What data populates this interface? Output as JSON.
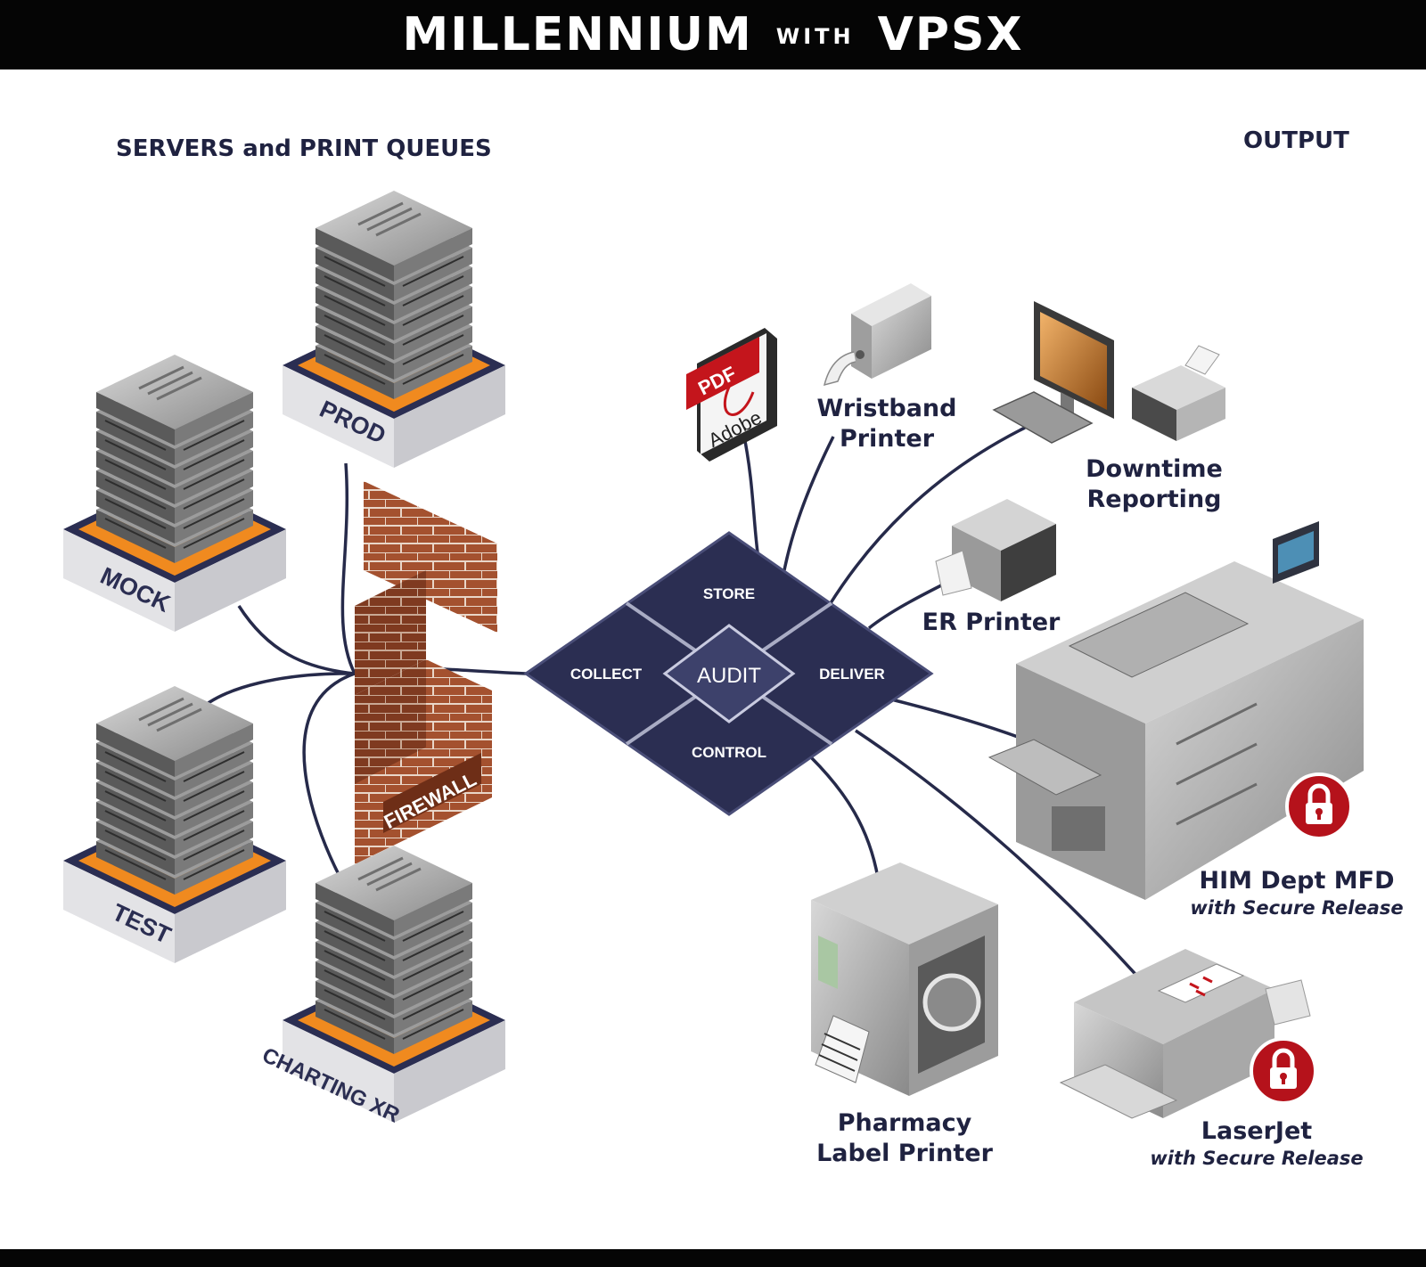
{
  "title": {
    "left": "MILLENNIUM",
    "middle": "WITH",
    "right": "VPSX"
  },
  "sections": {
    "servers": "SERVERS and PRINT QUEUES",
    "output": "OUTPUT"
  },
  "servers": [
    "PROD",
    "MOCK",
    "TEST",
    "CHARTING XR"
  ],
  "firewall": "FIREWALL",
  "hub": {
    "center": "AUDIT",
    "top": "STORE",
    "left": "COLLECT",
    "right": "DELIVER",
    "bottom": "CONTROL"
  },
  "outputs": {
    "pdf": {
      "badge": "PDF",
      "brand": "Adobe"
    },
    "wristband": {
      "line1": "Wristband",
      "line2": "Printer"
    },
    "downtime": {
      "line1": "Downtime",
      "line2": "Reporting"
    },
    "er": {
      "line1": "ER Printer"
    },
    "mfd": {
      "line1": "HIM Dept MFD",
      "sub": "with Secure Release"
    },
    "pharmacy": {
      "line1": "Pharmacy",
      "line2": "Label Printer"
    },
    "laserjet": {
      "line1": "LaserJet",
      "sub": "with Secure Release"
    }
  },
  "colors": {
    "navy": "#2b2e52",
    "orange": "#f08a1f",
    "brick": "#a4512f",
    "lock": "#b5121b"
  }
}
